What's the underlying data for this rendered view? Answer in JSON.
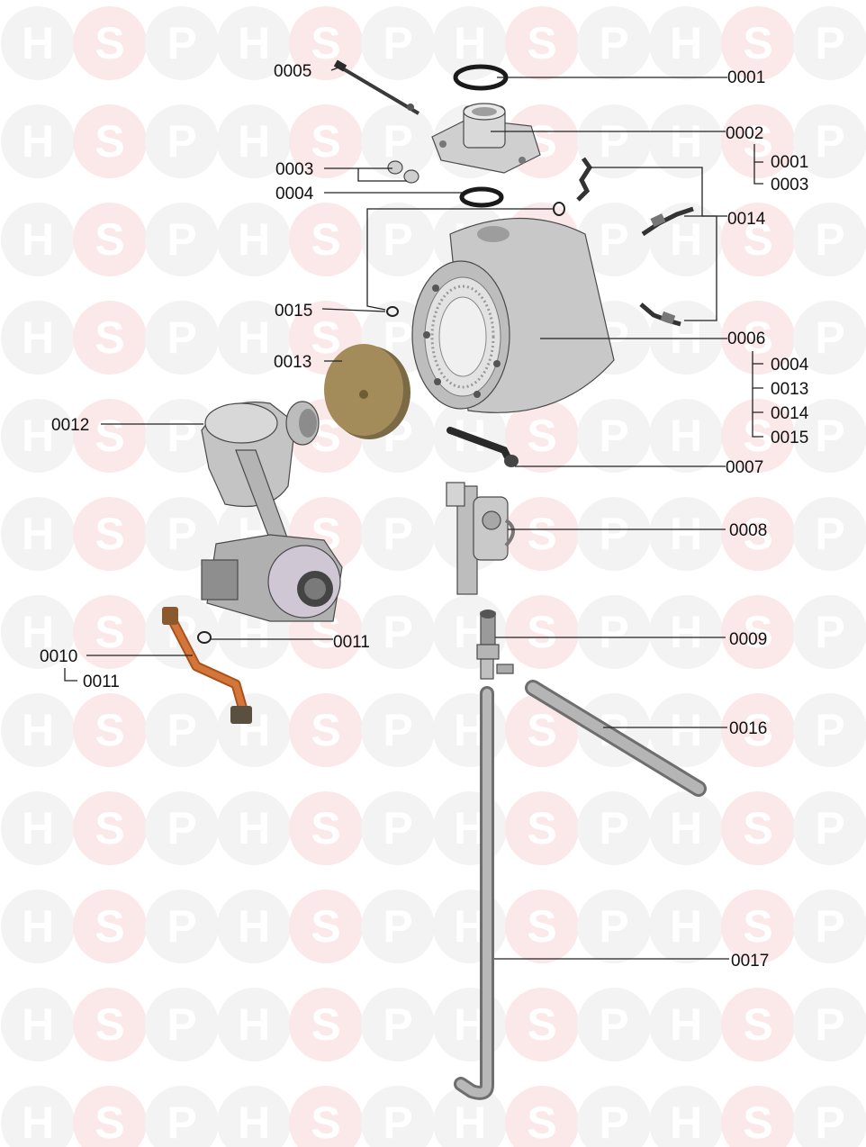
{
  "watermark": {
    "letters": [
      "H",
      "S",
      "P"
    ]
  },
  "labels": {
    "p0001": "0001",
    "p0002": "0002",
    "p0002_sub1": "0001",
    "p0002_sub2": "0003",
    "p0003": "0003",
    "p0004": "0004",
    "p0005": "0005",
    "p0006": "0006",
    "p0006_sub1": "0004",
    "p0006_sub2": "0013",
    "p0006_sub3": "0014",
    "p0006_sub4": "0015",
    "p0007": "0007",
    "p0008": "0008",
    "p0009": "0009",
    "p0010": "0010",
    "p0010_sub1": "0011",
    "p0011": "0011",
    "p0012": "0012",
    "p0013": "0013",
    "p0014": "0014",
    "p0015": "0015",
    "p0016": "0016",
    "p0017": "0017"
  },
  "colors": {
    "metal": "#b9b9b9",
    "metal_dark": "#8c8c8c",
    "seal": "#1a1a1a",
    "insulation_disc": "#a48c5a",
    "copper_pipe": "#d4763a",
    "watermark_grey": "#f3f3f3",
    "watermark_pink": "#fbe8e8"
  }
}
